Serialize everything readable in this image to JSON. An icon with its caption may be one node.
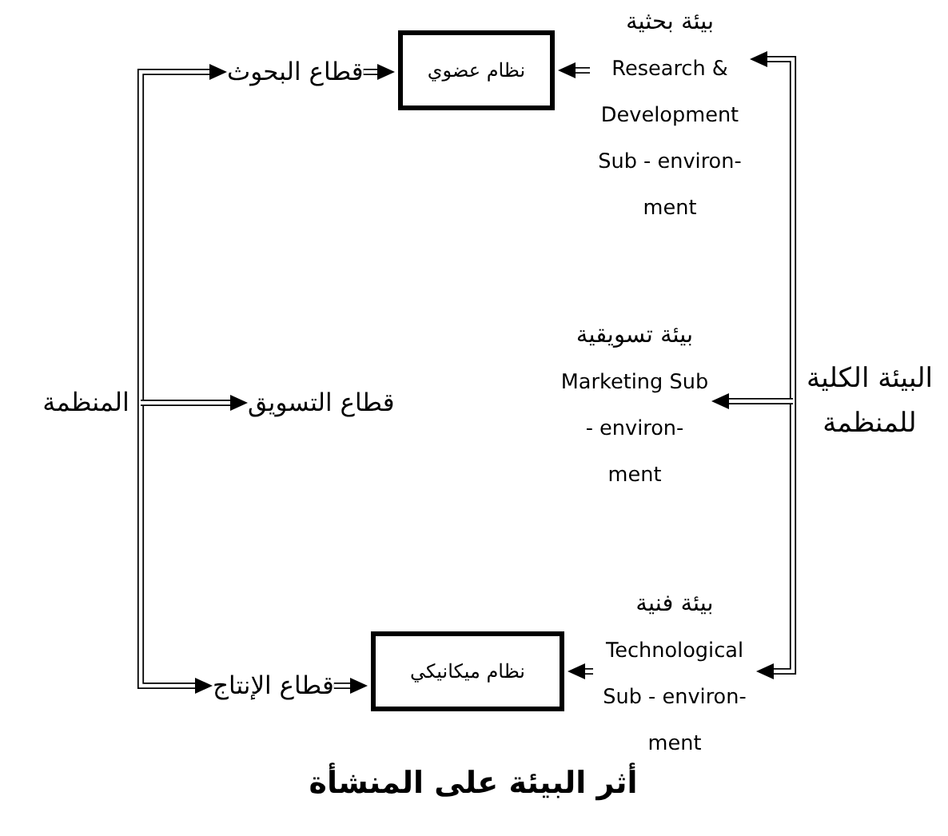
{
  "diagram": {
    "caption": "أثر البيئة على المنشأة",
    "nodes": [
      {
        "text": [
          "المنظمة"
        ]
      },
      {
        "text": [
          "قطاع البحوث"
        ]
      },
      {
        "text": [
          "قطاع التسويق"
        ]
      },
      {
        "text": [
          "قطاع الإنتاج"
        ]
      },
      {
        "text": [
          "نظام عضوي"
        ]
      },
      {
        "text": [
          "نظام ميكانيكي"
        ]
      },
      {
        "text": [
          "بيئة بحثية",
          "Research & Development Sub - environ- ment"
        ]
      },
      {
        "text": [
          "بيئة تسويقية",
          "Marketing Sub - environ- ment"
        ]
      },
      {
        "text": [
          "بيئة فنية",
          "Technological Sub - environ- ment"
        ]
      },
      {
        "text": [
          "البيئة الكلية للمنظمة"
        ]
      }
    ],
    "edges": [
      {
        "from": 0,
        "to": 1,
        "arrow": "to"
      },
      {
        "from": 0,
        "to": 2,
        "arrow": "to"
      },
      {
        "from": 0,
        "to": 3,
        "arrow": "to"
      },
      {
        "from": 1,
        "to": 4,
        "arrow": "to"
      },
      {
        "from": 6,
        "to": 4,
        "arrow": "to"
      },
      {
        "from": 3,
        "to": 5,
        "arrow": "to"
      },
      {
        "from": 8,
        "to": 5,
        "arrow": "to"
      },
      {
        "from": 9,
        "to": 6,
        "arrow": "to"
      },
      {
        "from": 9,
        "to": 7,
        "arrow": "to"
      },
      {
        "from": 9,
        "to": 8,
        "arrow": "to"
      }
    ]
  }
}
